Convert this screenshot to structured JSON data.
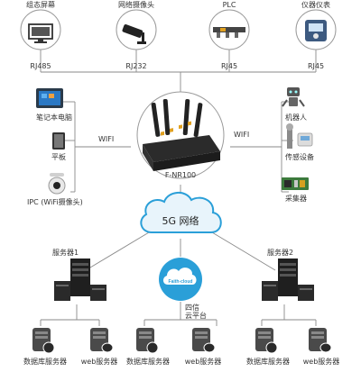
{
  "top_devices": [
    {
      "name": "组态屏幕",
      "port": "RJ485",
      "icon": "monitor-icon"
    },
    {
      "name": "网络摄像头",
      "port": "RJ232",
      "icon": "security-camera-icon"
    },
    {
      "name": "PLC",
      "port": "RJ45",
      "icon": "plc-icon"
    },
    {
      "name": "仪器仪表",
      "port": "RJ45",
      "icon": "instrument-meter-icon"
    }
  ],
  "left_devices": [
    {
      "name": "笔记本电脑",
      "icon": "laptop-icon"
    },
    {
      "name": "平板",
      "icon": "tablet-icon"
    },
    {
      "name": "IPC (WiFi摄像头)",
      "icon": "wifi-camera-icon"
    }
  ],
  "right_devices": [
    {
      "name": "机器人",
      "icon": "robot-icon"
    },
    {
      "name": "传感设备",
      "icon": "sensor-icon"
    },
    {
      "name": "采集器",
      "icon": "collector-icon"
    }
  ],
  "wifi_label_left": "WIFI",
  "wifi_label_right": "WIFI",
  "router": {
    "model": "F-NR100",
    "icon": "router-icon"
  },
  "network": {
    "label": "5G 网络",
    "icon": "cloud-icon"
  },
  "servers": [
    {
      "name": "服务器1",
      "icon": "server-rack-icon"
    },
    {
      "name": "服务器2",
      "icon": "server-rack-icon"
    }
  ],
  "cloud_platform": {
    "label_line1": "四信",
    "label_line2": "云平台",
    "logo_text": "Faith-cloud",
    "icon": "faith-cloud-icon"
  },
  "sub_servers": [
    "数据库服务器",
    "web服务器",
    "数据库服务器",
    "web服务器",
    "数据库服务器",
    "web服务器"
  ],
  "colors": {
    "accent_blue": "#2a9fd8",
    "cloud_fill": "#e8f4fb",
    "line": "#8a8a8a",
    "circle_border": "#9a9a9a"
  }
}
